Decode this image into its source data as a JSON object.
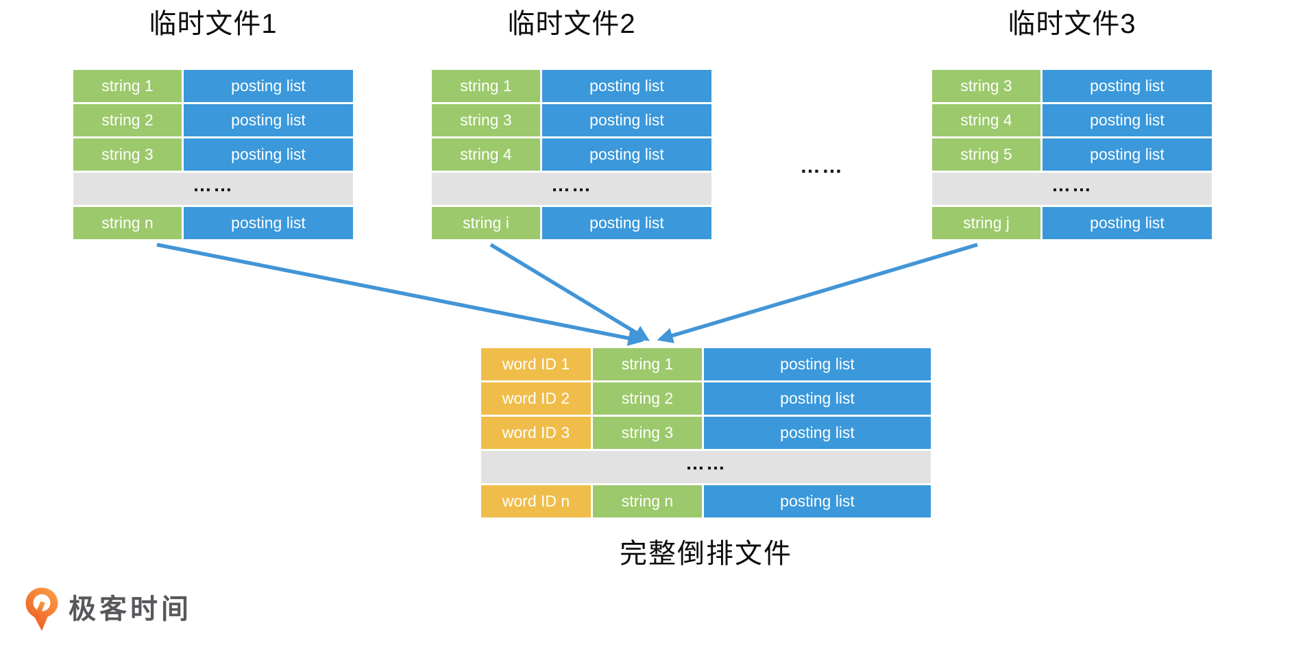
{
  "files": [
    {
      "title": "临时文件1",
      "rows": [
        {
          "s": "string 1",
          "p": "posting list"
        },
        {
          "s": "string 2",
          "p": "posting list"
        },
        {
          "s": "string 3",
          "p": "posting list"
        },
        {
          "dots": "……"
        },
        {
          "s": "string n",
          "p": "posting list"
        }
      ]
    },
    {
      "title": "临时文件2",
      "rows": [
        {
          "s": "string 1",
          "p": "posting list"
        },
        {
          "s": "string 3",
          "p": "posting list"
        },
        {
          "s": "string 4",
          "p": "posting list"
        },
        {
          "dots": "……"
        },
        {
          "s": "string i",
          "p": "posting list"
        }
      ]
    },
    {
      "title": "临时文件3",
      "rows": [
        {
          "s": "string 3",
          "p": "posting list"
        },
        {
          "s": "string 4",
          "p": "posting list"
        },
        {
          "s": "string 5",
          "p": "posting list"
        },
        {
          "dots": "……"
        },
        {
          "s": "string j",
          "p": "posting list"
        }
      ]
    }
  ],
  "mid_dots": "……",
  "merged": {
    "caption": "完整倒排文件",
    "rows": [
      {
        "id": "word ID 1",
        "s": "string 1",
        "p": "posting list"
      },
      {
        "id": "word ID 2",
        "s": "string 2",
        "p": "posting list"
      },
      {
        "id": "word ID 3",
        "s": "string 3",
        "p": "posting list"
      },
      {
        "dots": "……"
      },
      {
        "id": "word ID n",
        "s": "string n",
        "p": "posting list"
      }
    ]
  },
  "logo": {
    "brand": "极客时间"
  },
  "colors": {
    "string_cell": "#9CC96B",
    "posting_cell": "#3A98DB",
    "word_id_cell": "#F0BD4A",
    "ellipsis_row": "#E2E2E2",
    "arrow": "#4295D6",
    "logo_orange_top": "#F99D45",
    "logo_orange_bottom": "#EE5A24",
    "logo_text": "#56585B"
  }
}
